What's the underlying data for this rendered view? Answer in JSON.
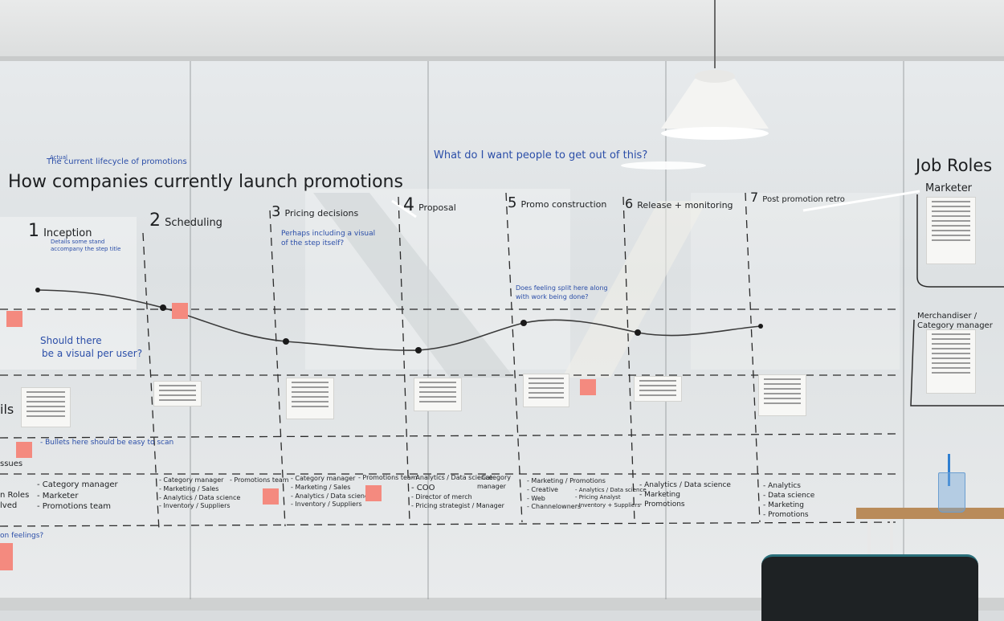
{
  "board": {
    "main_title": "How companies currently launch promotions",
    "subtitle": "The current lifecycle of promotions",
    "subtitle_prefix": "Actual",
    "goal_question": "What do I want people to get out of this?",
    "steps": [
      {
        "num": "1",
        "label": "Inception"
      },
      {
        "num": "2",
        "label": "Scheduling"
      },
      {
        "num": "3",
        "label": "Pricing decisions"
      },
      {
        "num": "4",
        "label": "Proposal"
      },
      {
        "num": "5",
        "label": "Promo construction"
      },
      {
        "num": "6",
        "label": "Release + monitoring"
      },
      {
        "num": "7",
        "label": "Post promotion retro"
      }
    ],
    "notes": {
      "inception_note": "Details some stand accompany the step title",
      "pricing_note_1": "Perhaps including a visual",
      "pricing_note_2": "of the step itself?",
      "feeling_note_1": "Does feeling split here along",
      "feeling_note_2": "with work being done?",
      "visual_question_1": "Should there",
      "visual_question_2": "be a visual per user?",
      "bullets_note": "- Bullets here should be easy to scan",
      "left_fragment_details": "ils",
      "left_fragment_issues": "ssues",
      "left_fragment_roles": "n Roles",
      "left_fragment_involved": "lved",
      "left_fragment_feelings": "on feelings?"
    },
    "roles_by_step": {
      "step1": [
        "- Category manager",
        "- Marketer",
        "- Promotions team"
      ],
      "step2": [
        "- Category manager",
        "- Marketing / Sales",
        "- Analytics / Data science",
        "- Inventory / Suppliers"
      ],
      "step2_extra": "- Promotions team",
      "step3": [
        "- Category manager",
        "- Marketing / Sales",
        "- Analytics / Data science",
        "- Inventory / Suppliers"
      ],
      "step3_extra": "- Promotions team",
      "step4": [
        "- Analytics / Data science",
        "- COO",
        "- Director of merch",
        "- Pricing strategist / Manager"
      ],
      "step4_extra": "- Category manager",
      "step5": [
        "- Marketing / Promotions",
        "- Creative",
        "- Web",
        "- Channelowners"
      ],
      "step5_extra": [
        "- Analytics / Data science",
        "- Pricing Analyst",
        "- Inventory + Suppliers"
      ],
      "step6": [
        "- Analytics / Data science",
        "- Marketing",
        "- Promotions"
      ],
      "step7": [
        "- Analytics",
        "- Data science",
        "- Marketing",
        "- Promotions"
      ]
    },
    "job_roles": {
      "title": "Job Roles",
      "role_1": "Marketer",
      "role_2": "Merchandiser / Category manager"
    },
    "colors": {
      "ink_black": "#1d1f21",
      "ink_blue": "#2b4ea8",
      "sticky_note": "#f48a7f"
    }
  }
}
